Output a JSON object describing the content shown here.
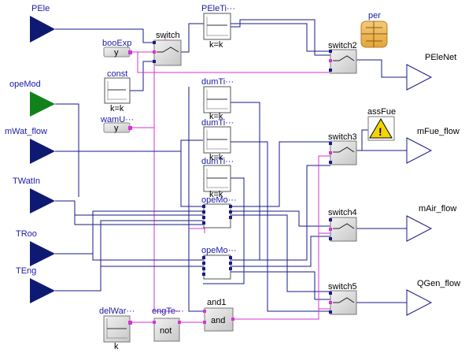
{
  "inputs": [
    {
      "label": "PEle",
      "color": "#0e1a72"
    },
    {
      "label": "opeMod",
      "color": "#11821b"
    },
    {
      "label": "mWat_flow",
      "color": "#0e1a72"
    },
    {
      "label": "TWatIn",
      "color": "#0e1a72"
    },
    {
      "label": "TRoo",
      "color": "#0e1a72"
    },
    {
      "label": "TEng",
      "color": "#0e1a72"
    }
  ],
  "outputs": [
    "PEleNet",
    "mFue_flow",
    "mAir_flow",
    "QGen_flow"
  ],
  "blocks": {
    "booExp": {
      "label": "booExp",
      "value": "y"
    },
    "const": {
      "label": "const",
      "param": "k=k"
    },
    "wamU": {
      "label": "wamU···",
      "value": "y"
    },
    "switch": "switch",
    "PEleTi": {
      "label": "PEleTi···",
      "param": "k=k"
    },
    "per": "per",
    "switch2": "switch2",
    "dumTi1": {
      "label": "dumTi···",
      "param": "k=k"
    },
    "dumTi2": {
      "label": "dumTi···",
      "param": "k=k"
    },
    "dumTi3": {
      "label": "dumTi···",
      "param": "k=k"
    },
    "assFue": "assFue",
    "switch3": "switch3",
    "opeMo1": "opeMo···",
    "opeMo2": "opeMo···",
    "switch4": "switch4",
    "switch5": "switch5",
    "delWar": {
      "label": "delWar···",
      "param": "k"
    },
    "engTe": {
      "label": "engTe···",
      "text": "not"
    },
    "and1": {
      "label": "and1",
      "text": "and"
    }
  },
  "colors": {
    "real_wire": "#1a1a8a",
    "boolean_wire": "#d633d6",
    "boolean_input": "#11821b",
    "real_input": "#0e1a72"
  }
}
